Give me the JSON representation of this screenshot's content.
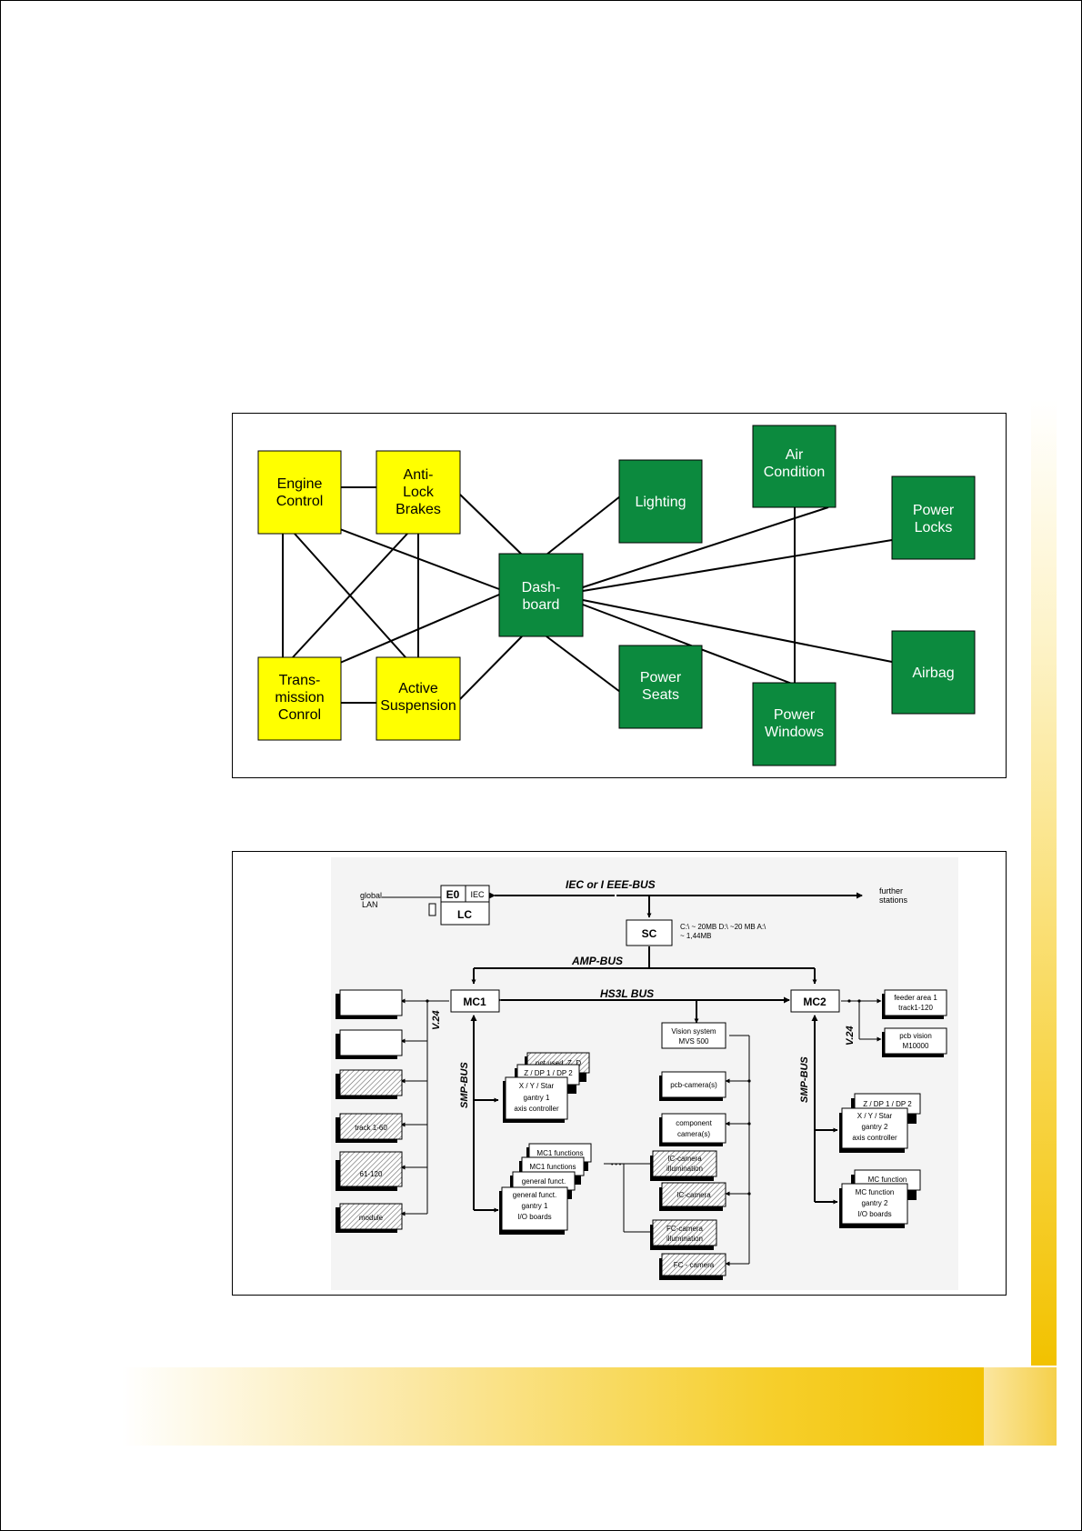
{
  "diagram1": {
    "nodes": [
      {
        "id": "engine",
        "lines": [
          "Engine",
          "Control"
        ],
        "color": "#ffff00"
      },
      {
        "id": "abs",
        "lines": [
          "Anti-",
          "Lock",
          "Brakes"
        ],
        "color": "#ffff00"
      },
      {
        "id": "trans",
        "lines": [
          "Trans-",
          "mission",
          "Conrol"
        ],
        "color": "#ffff00"
      },
      {
        "id": "susp",
        "lines": [
          "Active",
          "Suspension"
        ],
        "color": "#ffff00"
      },
      {
        "id": "dash",
        "lines": [
          "Dash-",
          "board"
        ],
        "color": "#0c8a3e"
      },
      {
        "id": "lighting",
        "lines": [
          "Lighting"
        ],
        "color": "#0c8a3e"
      },
      {
        "id": "aircond",
        "lines": [
          "Air",
          "Condition"
        ],
        "color": "#0c8a3e"
      },
      {
        "id": "locks",
        "lines": [
          "Power",
          "Locks"
        ],
        "color": "#0c8a3e"
      },
      {
        "id": "airbag",
        "lines": [
          "Airbag"
        ],
        "color": "#0c8a3e"
      },
      {
        "id": "seats",
        "lines": [
          "Power",
          "Seats"
        ],
        "color": "#0c8a3e"
      },
      {
        "id": "windows",
        "lines": [
          "Power",
          "Windows"
        ],
        "color": "#0c8a3e"
      }
    ]
  },
  "diagram2": {
    "bus_top": "IEC  or    I EEE-BUS",
    "further": [
      "further",
      "stations"
    ],
    "global_lan": [
      "global",
      "LAN"
    ],
    "e0": "E0",
    "iec": "IEC",
    "lc": "LC",
    "sc": "SC",
    "sc_note": [
      "C:\\ ~ 20MB  D:\\ ~20 MB   A:\\",
      "~ 1,44MB"
    ],
    "amp_bus": "AMP-BUS",
    "hs3l_bus": "HS3L BUS",
    "mc1": "MC1",
    "mc2": "MC2",
    "v24_left": "V.24",
    "v24_right": "V.24",
    "smp_left": "SMP-BUS",
    "smp_right": "SMP-BUS",
    "left_boxes": [
      "",
      "",
      "",
      "track 1-60",
      "61-120",
      "module"
    ],
    "feeder": [
      "feeder area 1",
      "track1-120"
    ],
    "pcb_vision": [
      "pcb vision",
      "M10000"
    ],
    "vision_system": [
      "Vision system",
      "MVS 500"
    ],
    "axis1": [
      "not used, Z, D",
      "Z / DP 1 / DP 2",
      "X / Y / Star",
      "gantry 1",
      "axis controller"
    ],
    "func1": [
      "MC1 functions",
      "MC1 functions",
      "general funct.",
      "general funct.",
      "gantry 1",
      "I/O boards"
    ],
    "pcb_camera": "pcb-camera(s)",
    "comp_camera": [
      "component",
      "camera(s)"
    ],
    "ic_illum": [
      "IC-camera",
      "illumination"
    ],
    "ic_camera": "IC-camera",
    "fc_illum": [
      "FC-camera",
      "illumination"
    ],
    "fc_camera": "FC - camera",
    "axis2": [
      "Z / DP 1 / DP 2",
      "X / Y / Star",
      "gantry 2",
      "axis controller"
    ],
    "func2": [
      "MC function",
      "MC function",
      "gantry 2",
      "I/O boards"
    ]
  }
}
